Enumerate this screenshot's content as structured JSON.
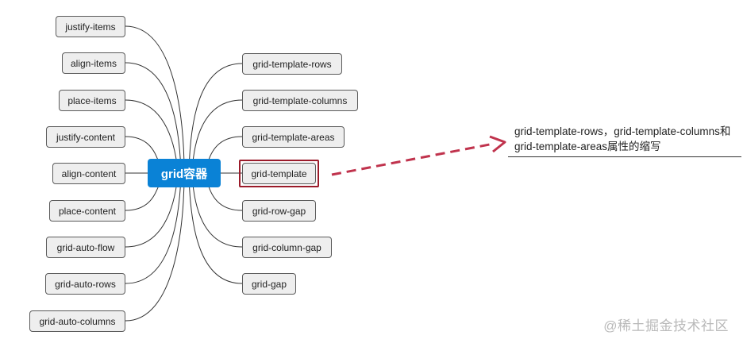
{
  "center": {
    "label": "grid容器",
    "color": "#0a82d6"
  },
  "left_nodes": [
    {
      "label": "justify-items"
    },
    {
      "label": "align-items"
    },
    {
      "label": "place-items"
    },
    {
      "label": "justify-content"
    },
    {
      "label": "align-content"
    },
    {
      "label": "place-content"
    },
    {
      "label": "grid-auto-flow"
    },
    {
      "label": "grid-auto-rows"
    },
    {
      "label": "grid-auto-columns"
    }
  ],
  "right_nodes": [
    {
      "label": "grid-template-rows"
    },
    {
      "label": "grid-template-columns"
    },
    {
      "label": "grid-template-areas"
    },
    {
      "label": "grid-template",
      "highlighted": true
    },
    {
      "label": "grid-row-gap"
    },
    {
      "label": "grid-column-gap"
    },
    {
      "label": "grid-gap"
    }
  ],
  "annotation": {
    "text": "grid-template-rows，grid-template-columns和grid-template-areas属性的缩写",
    "arrow_color": "#c0334d",
    "highlight_color": "#9b1b2a"
  },
  "watermark": "@稀土掘金技术社区"
}
